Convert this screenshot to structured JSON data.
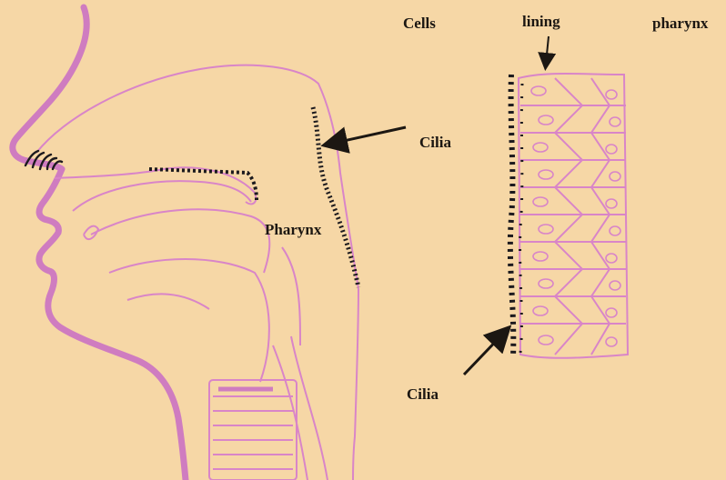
{
  "labels": {
    "cells": "Cells",
    "lining": "lining",
    "pharynx_header": "pharynx",
    "cilia_upper": "Cilia",
    "pharynx": "Pharynx",
    "cilia_lower": "Cilia"
  },
  "colors": {
    "background": "#f6d7a6",
    "outline": "#d985c8",
    "face": "#cf7cc0",
    "cilia": "#1c1a1e",
    "text": "#1c1712"
  }
}
